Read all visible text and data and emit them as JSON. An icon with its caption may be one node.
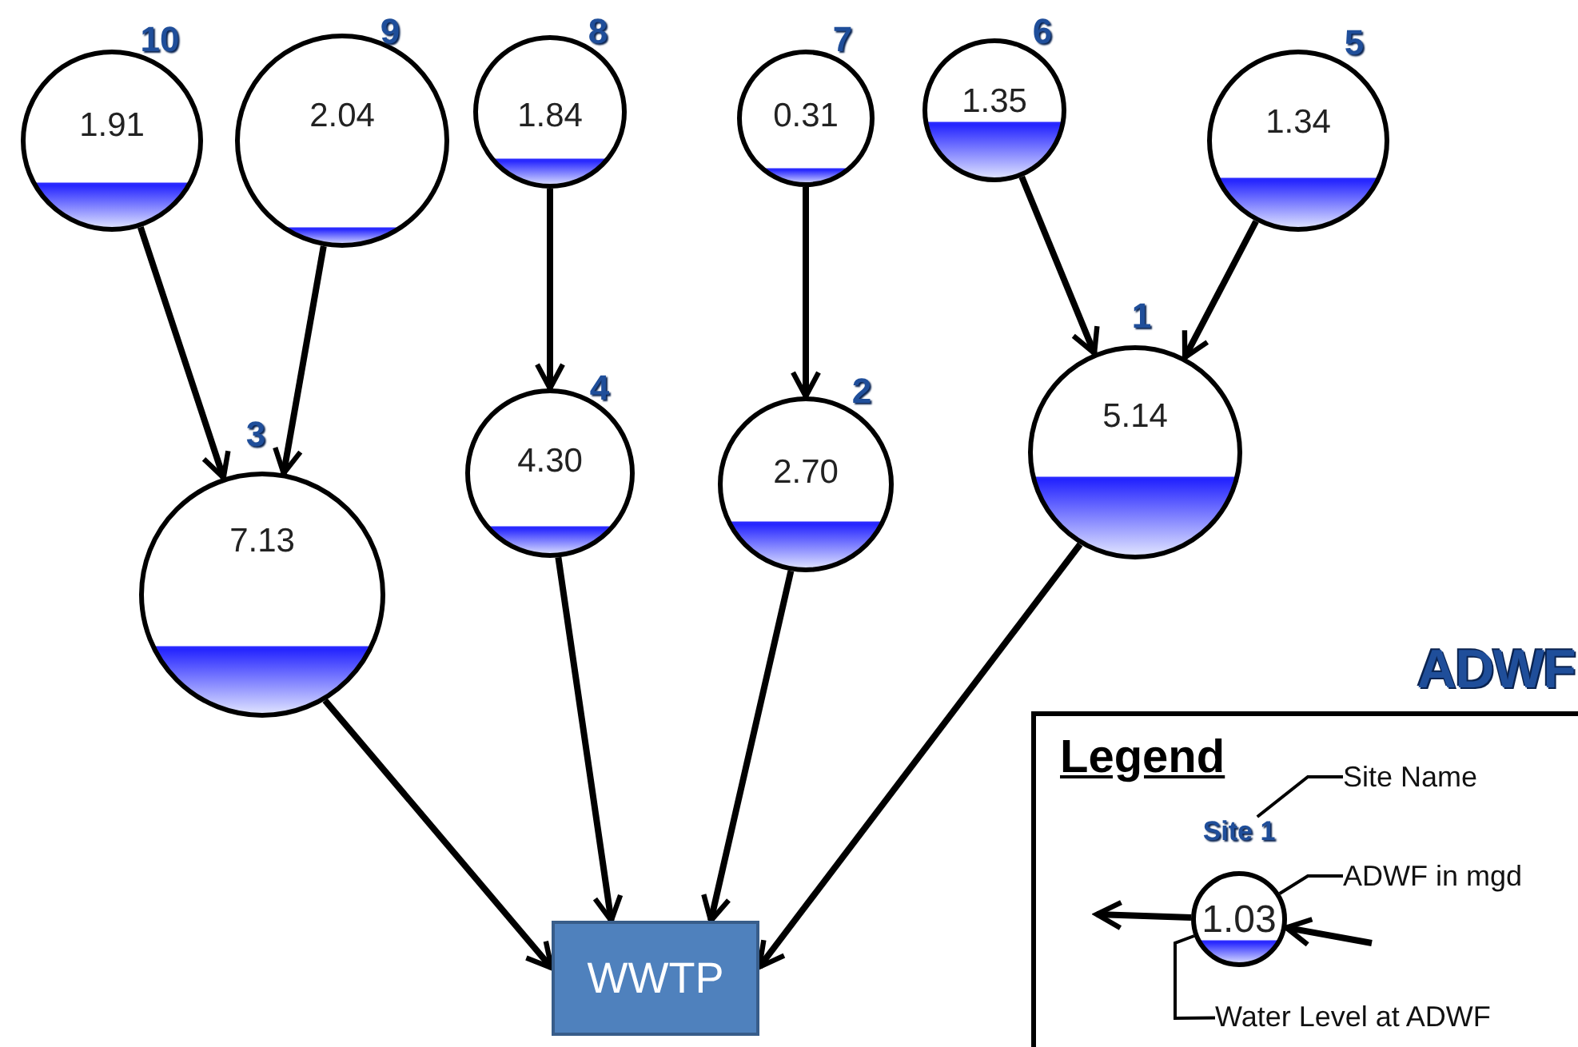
{
  "diagram": {
    "title": "ADWF",
    "nodes": [
      {
        "text": [
          "1.91"
        ],
        "beside": [
          "10"
        ]
      },
      {
        "text": [
          "2.04"
        ],
        "beside": [
          "9"
        ]
      },
      {
        "text": [
          "1.84"
        ],
        "beside": [
          "8"
        ]
      },
      {
        "text": [
          "0.31"
        ],
        "beside": [
          "7"
        ]
      },
      {
        "text": [
          "1.35"
        ],
        "beside": [
          "6"
        ]
      },
      {
        "text": [
          "1.34"
        ],
        "beside": [
          "5"
        ]
      },
      {
        "text": [
          "5.14"
        ],
        "beside": [
          "1"
        ]
      },
      {
        "text": [
          "4.30"
        ],
        "beside": [
          "4"
        ]
      },
      {
        "text": [
          "2.70"
        ],
        "beside": [
          "2"
        ]
      },
      {
        "text": [
          "7.13"
        ],
        "beside": [
          "3"
        ]
      },
      {
        "text": [
          "WWTP"
        ]
      },
      {
        "text": [
          "Legend"
        ]
      },
      {
        "text": [
          "1.03"
        ],
        "beside": [
          "Site 1"
        ],
        "in": 11
      },
      {
        "text": [
          "Site Name"
        ],
        "in": 11
      },
      {
        "text": [
          "ADWF in mgd"
        ],
        "in": 11
      },
      {
        "text": [
          "Water Level at ADWF"
        ],
        "in": 11
      }
    ],
    "edges": [
      {
        "from": 0,
        "to": 9,
        "arrow": "to"
      },
      {
        "from": 1,
        "to": 9,
        "arrow": "to"
      },
      {
        "from": 2,
        "to": 7,
        "arrow": "to"
      },
      {
        "from": 3,
        "to": 8,
        "arrow": "to"
      },
      {
        "from": 4,
        "to": 6,
        "arrow": "to"
      },
      {
        "from": 5,
        "to": 6,
        "arrow": "to"
      },
      {
        "from": 9,
        "to": 10,
        "arrow": "to"
      },
      {
        "from": 7,
        "to": 10,
        "arrow": "to"
      },
      {
        "from": 8,
        "to": 10,
        "arrow": "to"
      },
      {
        "from": 6,
        "to": 10,
        "arrow": "to"
      },
      {
        "from": 12,
        "to": null,
        "arrow": "to"
      },
      {
        "from": null,
        "to": 12,
        "arrow": "to"
      },
      {
        "from": 13,
        "to": 12,
        "arrow": "none"
      },
      {
        "from": 14,
        "to": 12,
        "arrow": "none"
      },
      {
        "from": 15,
        "to": 12,
        "arrow": "none"
      }
    ]
  }
}
